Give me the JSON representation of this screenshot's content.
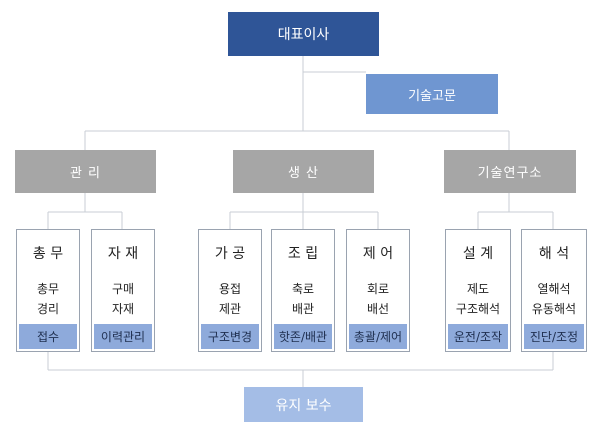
{
  "ceo": "대표이사",
  "advisor": "기술고문",
  "divisions": {
    "management": "관 리",
    "production": "생 산",
    "research": "기술연구소"
  },
  "departments": [
    {
      "title": "총 무",
      "duties": [
        "총무",
        "경리"
      ],
      "footer": "접수"
    },
    {
      "title": "자 재",
      "duties": [
        "구매",
        "자재"
      ],
      "footer": "이력관리"
    },
    {
      "title": "가 공",
      "duties": [
        "용접",
        "제관"
      ],
      "footer": "구조변경"
    },
    {
      "title": "조 립",
      "duties": [
        "축로",
        "배관"
      ],
      "footer": "핫존/배관"
    },
    {
      "title": "제 어",
      "duties": [
        "회로",
        "배선"
      ],
      "footer": "총괄/제어"
    },
    {
      "title": "설 계",
      "duties": [
        "제도",
        "구조해석"
      ],
      "footer": "운전/조작"
    },
    {
      "title": "해 석",
      "duties": [
        "열해석",
        "유동해석"
      ],
      "footer": "진단/조정"
    }
  ],
  "maintenance": "유지 보수",
  "colors": {
    "ceo": "#2f5597",
    "advisor": "#6f96d1",
    "division": "#a6a6a6",
    "footer": "#8eaadb",
    "maintenance": "#a4bde6",
    "connector": "#c8cdd4"
  }
}
